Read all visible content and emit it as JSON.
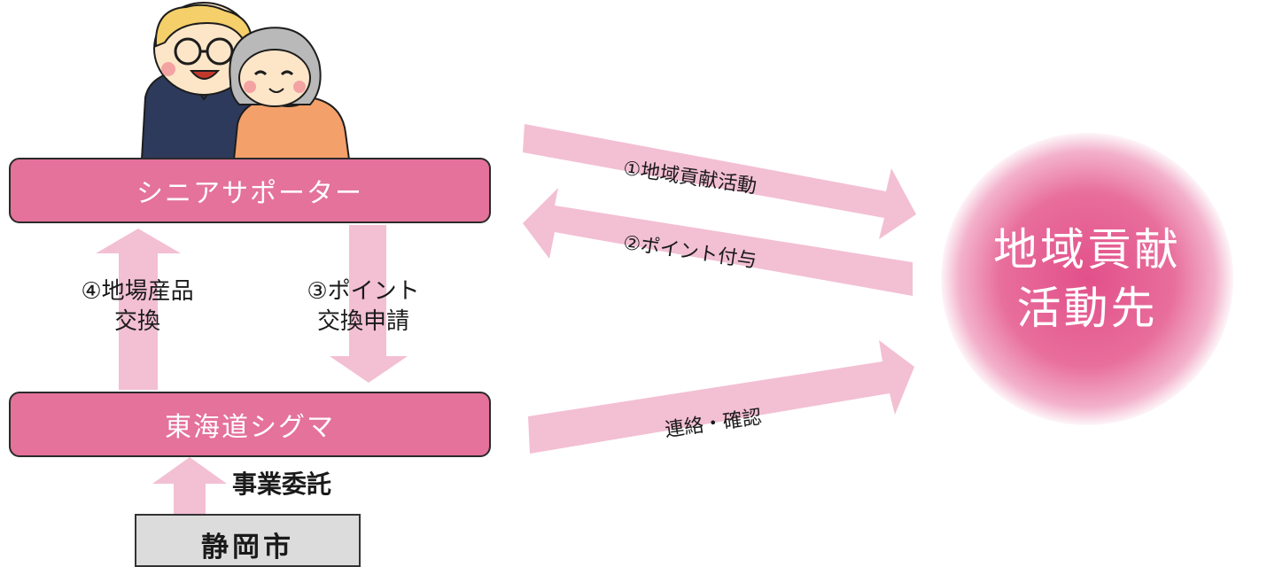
{
  "boxes": {
    "senior_supporter": "シニアサポーター",
    "tokaido_sigma": "東海道シグマ",
    "shizuoka_city": "静岡市"
  },
  "labels": {
    "exchange_line1": "④地場産品",
    "exchange_line2": "交換",
    "request_line1": "③ポイント",
    "request_line2": "交換申請",
    "contract": "事業委託"
  },
  "arrows": {
    "activity": "①地域貢献活動",
    "points": "②ポイント付与",
    "contact": "連絡・確認"
  },
  "destination": {
    "line1": "地域貢献",
    "line2": "活動先"
  },
  "colors": {
    "box_fill": "#e4729b",
    "arrow_fill": "#f3bfd3",
    "circle_core": "#e2508a"
  },
  "illustration": "senior-couple-illustration"
}
